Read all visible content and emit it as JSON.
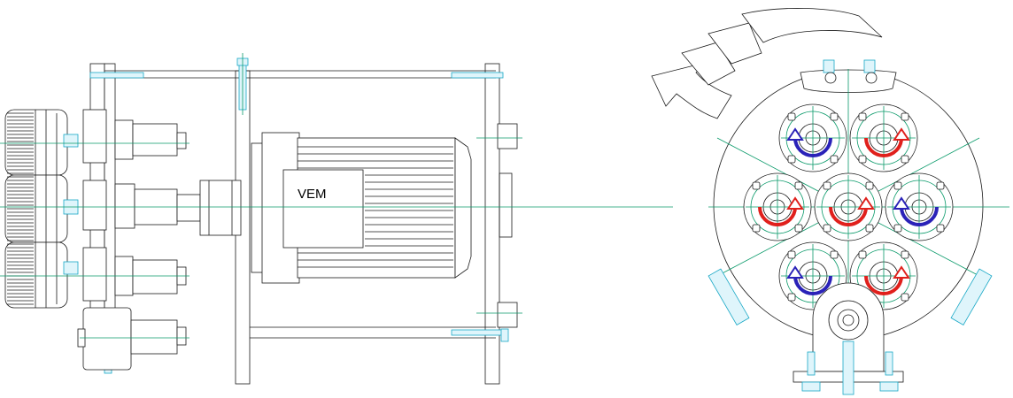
{
  "motor": {
    "brand_label": "VEM"
  },
  "colors": {
    "outline": "#1a1a1a",
    "centerline": "#0a9a6a",
    "fastener": "#19a8c6",
    "rotation_red": "#e0201c",
    "rotation_blue": "#2a22b8"
  },
  "arrows": [
    {
      "spindle": "top-left",
      "direction": "counterclockwise",
      "color": "blue"
    },
    {
      "spindle": "top-right",
      "direction": "clockwise",
      "color": "red"
    },
    {
      "spindle": "middle-left",
      "direction": "clockwise",
      "color": "red"
    },
    {
      "spindle": "center",
      "direction": "clockwise",
      "color": "red"
    },
    {
      "spindle": "middle-right",
      "direction": "counterclockwise",
      "color": "blue"
    },
    {
      "spindle": "bottom-left",
      "direction": "counterclockwise",
      "color": "blue"
    },
    {
      "spindle": "bottom-right",
      "direction": "clockwise",
      "color": "red"
    }
  ],
  "head_rotation": "counterclockwise"
}
